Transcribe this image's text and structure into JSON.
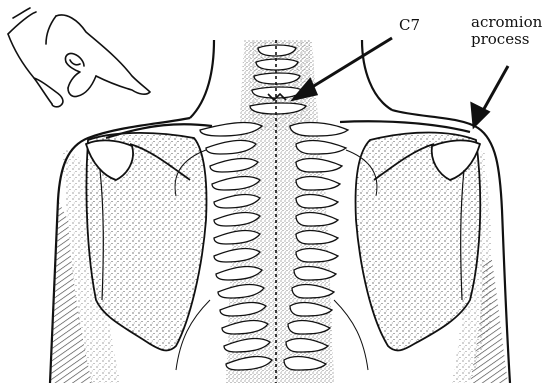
{
  "labels": {
    "c7": "C7",
    "acromion_line1": "acromion",
    "acromion_line2": "process"
  },
  "colors": {
    "ink": "#111111",
    "background": "#ffffff"
  }
}
